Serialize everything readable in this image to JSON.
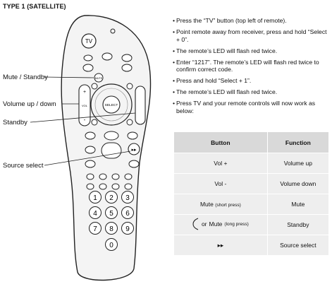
{
  "heading": "TYPE 1 (SATELLITE)",
  "remote": {
    "tv_button": "TV",
    "mute_button": "MUTE",
    "vol_plus": "+",
    "vol_label": "VOL",
    "vol_minus": "-",
    "select_button": "SELECT",
    "source_button": "▸▸",
    "keypad": [
      "1",
      "2",
      "3",
      "4",
      "5",
      "6",
      "7",
      "8",
      "9",
      "0"
    ]
  },
  "callouts": {
    "mute_standby": "Mute / Standby",
    "volume": "Volume up / down",
    "standby": "Standby",
    "source_select": "Source select"
  },
  "steps": [
    "Press the “TV” button (top left of remote).",
    "Point remote away from receiver, press and hold “Select + 0”.",
    "The remote’s LED will flash red twice.",
    "Enter “1217”. The remote’s LED will flash red twice to confirm correct code.",
    "Press and hold “Select + 1”.",
    "The remote’s LED will flash red twice.",
    "Press TV and your remote controls will now work as below:"
  ],
  "table": {
    "headers": [
      "Button",
      "Function"
    ],
    "rows": [
      {
        "button": "Vol +",
        "function": "Volume up"
      },
      {
        "button": "Vol -",
        "function": "Volume down"
      },
      {
        "button": "Mute",
        "button_note": "(short press)",
        "function": "Mute"
      },
      {
        "button_prefix": "or",
        "button": "Mute",
        "button_note": "(long press)",
        "function": "Standby"
      },
      {
        "button": "▸▸",
        "function": "Source select"
      }
    ]
  }
}
